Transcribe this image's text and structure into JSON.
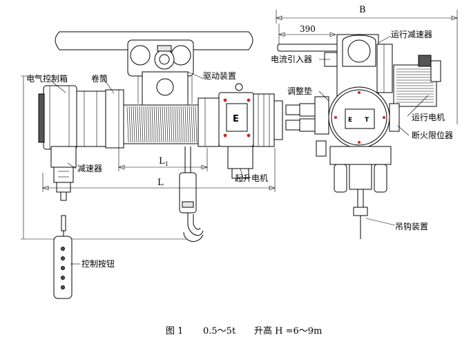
{
  "labels": {
    "control_box": "电气控制箱",
    "drum": "卷筒",
    "drive_device": "驱动装置",
    "reducer_left": "减速器",
    "lift_motor": "起升电机",
    "control_button": "控制按钮",
    "current_inlet": "电流引入器",
    "adjust_pad": "调整垫",
    "travel_reducer": "运行减速器",
    "travel_motor": "运行电机",
    "limit_switch": "断火限位器",
    "hook_device": "吊钩装置"
  },
  "dimensions": {
    "L1_main": "L",
    "L1_sub": "1",
    "L": "L",
    "B": "B",
    "width_390": "390"
  },
  "caption": {
    "figure": "图 1",
    "load": "0.5～5t",
    "lift": "升高 H =6～9m"
  },
  "colors": {
    "line": "#000000",
    "accent_red": "#d42020"
  }
}
